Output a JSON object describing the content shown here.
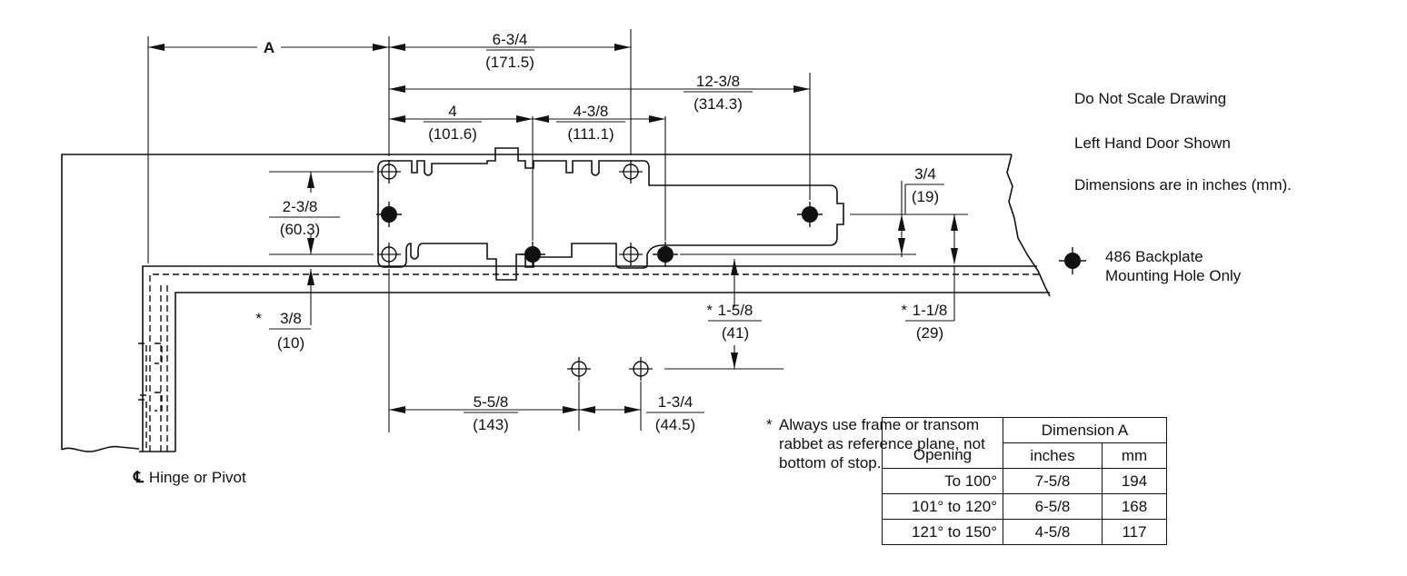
{
  "dimensions": {
    "A": "A",
    "d_6_3_4": "6-3/4",
    "d_171_5": "(171.5)",
    "d_12_3_8": "12-3/8",
    "d_314_3": "(314.3)",
    "d_4": "4",
    "d_101_6": "(101.6)",
    "d_4_3_8": "4-3/8",
    "d_111_1": "(111.1)",
    "d_2_3_8": "2-3/8",
    "d_60_3": "(60.3)",
    "d_3_4": "3/4",
    "d_19": "(19)",
    "d_3_8": "3/8",
    "d_10": "(10)",
    "d_1_5_8": "1-5/8",
    "d_41": "(41)",
    "d_1_1_8": "1-1/8",
    "d_29": "(29)",
    "d_5_5_8": "5-5/8",
    "d_143": "(143)",
    "d_1_3_4": "1-3/4",
    "d_44_5": "(44.5)",
    "asterisk": "*"
  },
  "notes": {
    "scale": "Do Not Scale Drawing",
    "hand": "Left Hand Door Shown",
    "units": "Dimensions are in inches (mm)."
  },
  "legend": {
    "icon": "mounting-hole-symbol",
    "line1": "486 Backplate",
    "line2": "Mounting Hole Only"
  },
  "footnote": {
    "star": "*",
    "line1": "Always use frame or transom",
    "line2": "rabbet as reference plane, not",
    "line3": "bottom of stop."
  },
  "hinge": {
    "cl": "℄",
    "label": "Hinge or Pivot"
  },
  "table": {
    "group_header": "Dimension A",
    "headers": [
      "Opening",
      "inches",
      "mm"
    ],
    "rows": [
      [
        "To 100°",
        "7-5/8",
        "194"
      ],
      [
        "101° to 120°",
        "6-5/8",
        "168"
      ],
      [
        "121° to 150°",
        "4-5/8",
        "117"
      ]
    ]
  }
}
